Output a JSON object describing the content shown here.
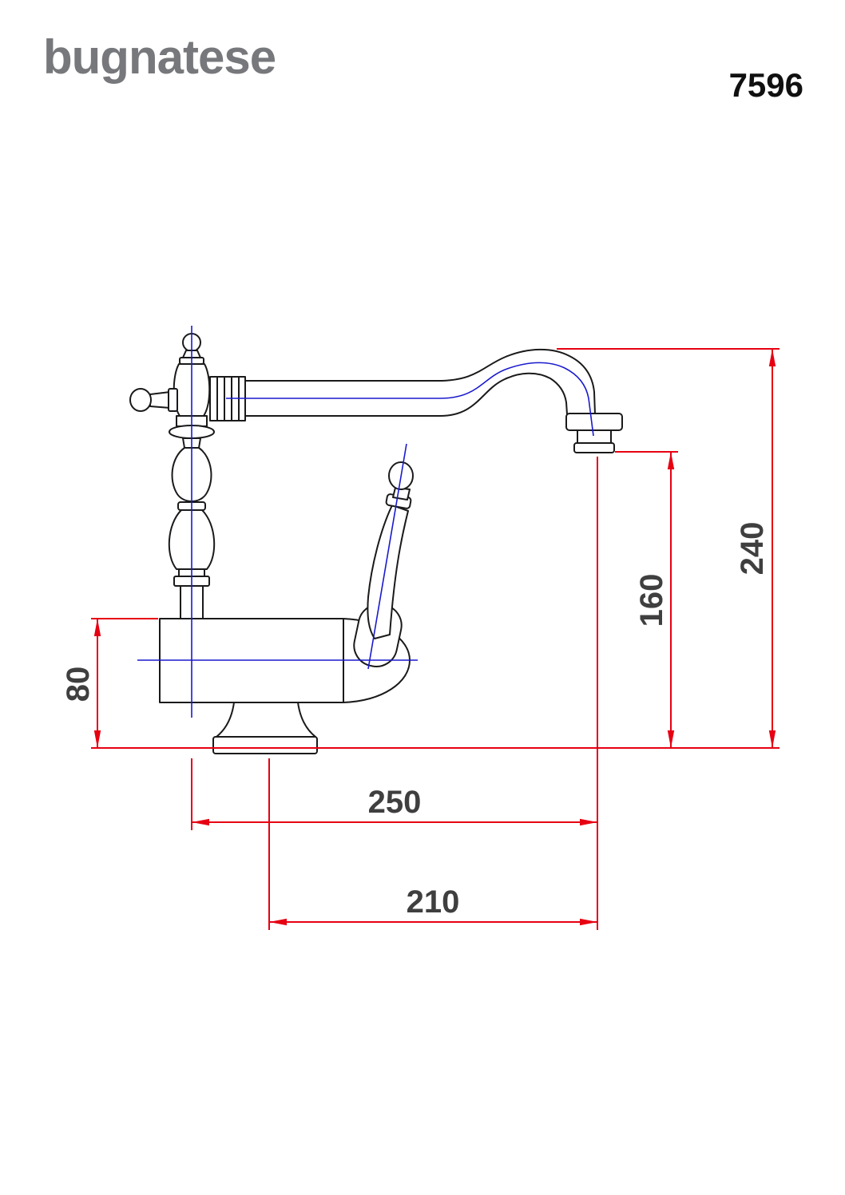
{
  "header": {
    "brand": "bugnatese",
    "model": "7596"
  },
  "drawing": {
    "dimension_labels": {
      "overall_height": "240",
      "outlet_height": "160",
      "body_height": "80",
      "overall_reach": "250",
      "outlet_reach": "210"
    },
    "colors": {
      "dimension_line": "#e60012",
      "centerline": "#1a1acd",
      "outline": "#1a1a1a",
      "label_text": "#3f3f3f",
      "brand": "#77787b"
    }
  }
}
